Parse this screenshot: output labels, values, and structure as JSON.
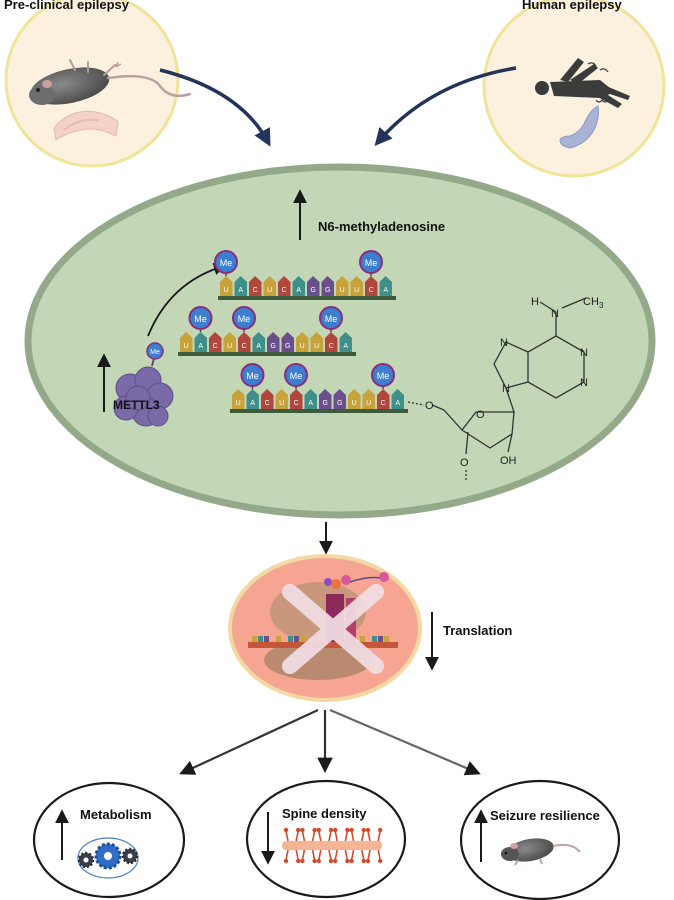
{
  "titles": {
    "preclinical": "Pre-clinical epilepsy",
    "human": "Human epilepsy"
  },
  "cell": {
    "m6a_label": "N6-methyladenosine",
    "enzyme_label": "METTL3",
    "methyl_tag": "Me",
    "rna_sequence": [
      "U",
      "A",
      "C",
      "U",
      "C",
      "A",
      "G",
      "G",
      "U",
      "U",
      "C",
      "A"
    ],
    "nucleotide_colors": {
      "U": "#c8a23a",
      "A": "#3f8f8a",
      "C": "#b0473d",
      "G": "#6a4f8c"
    },
    "structure": {
      "n_label": "N",
      "h_label": "H",
      "ch3_label": "CH",
      "ch3_sub": "3",
      "o_label": "O",
      "oh_label": "OH"
    }
  },
  "translation": {
    "label": "Translation",
    "direction": "down"
  },
  "outcomes": [
    {
      "label": "Metabolism",
      "direction": "up"
    },
    {
      "label": "Spine density",
      "direction": "down"
    },
    {
      "label": "Seizure resilience",
      "direction": "up"
    }
  ],
  "colors": {
    "panel_fill": "#fbf1de",
    "panel_border": "#f0e39a",
    "cell_fill": "#c3d7b6",
    "cell_border": "#94a98a",
    "ribosome_fill": "#f5a591",
    "ribosome_border": "#f2d9a3",
    "methyl": "#3c7fd0",
    "methyl_ring": "#8b2e7a",
    "mettl3": "#7b6aa8",
    "arrow_navy": "#23335a",
    "cross": "#f1dde4"
  }
}
